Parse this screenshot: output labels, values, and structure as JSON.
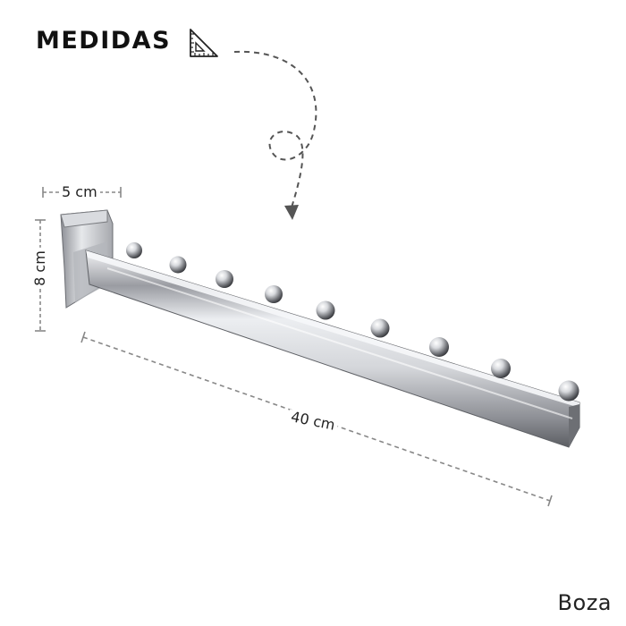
{
  "heading": {
    "title": "MEDIDAS"
  },
  "dimensions": {
    "width": "5 cm",
    "height": "8 cm",
    "length": "40 cm"
  },
  "brand": {
    "name": "Boza"
  },
  "icons": {
    "heading_icon": "ruler-triangle-icon",
    "arrow": "dashed-curved-arrow"
  },
  "colors": {
    "text": "#111111",
    "dash": "#555555",
    "chrome": "#c9cbd0"
  },
  "product": {
    "peg_count": 9
  }
}
